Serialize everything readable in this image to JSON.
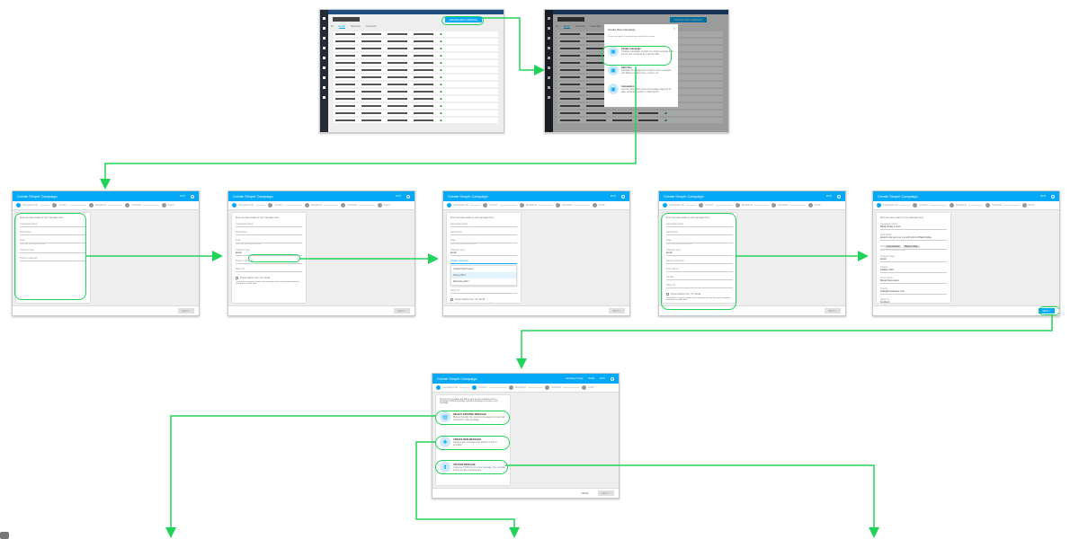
{
  "colors": {
    "accent": "#03a9f4",
    "highlight": "#22d35a",
    "nav": "#262b35"
  },
  "list_page": {
    "tabs": [
      "All",
      "Simple",
      "Split Tests",
      "Automation"
    ],
    "create_button": "CREATE NEW CAMPAIGN"
  },
  "modal": {
    "title": "Create New Campaign",
    "close": "×",
    "prompt": "Choose the type of campaign you would like to create.",
    "options": [
      {
        "title": "Simple Campaign",
        "desc": "A Simple Campaign consists of a single message blast, sent to your recipients at a specific date."
      },
      {
        "title": "Split Test",
        "desc": "Compare the engagement of two or more messages with different subject lines, content, etc."
      },
      {
        "title": "Automation",
        "desc": "Send an automated series of messages triggered by date, subscriber activity or other factors."
      }
    ]
  },
  "wizard": {
    "title": "Create Simple Campaign",
    "exit": "EXIT",
    "save": "SAVE",
    "last_saved": "Last Saved: Today",
    "steps": [
      "Campaign Info",
      "Content",
      "Recipients",
      "Schedule",
      "Finish"
    ],
    "intro": "Enter the basic details of your campaign here.",
    "next": "NEXT ›",
    "back": "‹ BACK",
    "labels": {
      "name": "Campaign Name",
      "desc": "Description",
      "tags": "Tags",
      "tags_hint": "Enter the tag and press enter",
      "channel": "Channel Type",
      "project": "Project (optional)",
      "project_filled": "Project",
      "from": "From Name",
      "sender": "Sender",
      "reply": "Reply To",
      "personalize": "Personalize the 'To' Field",
      "note": "Consult the recipient's name in the message. Ensure that each recipient's record has a name field."
    },
    "values": {
      "name": "Black Friday 1-Hour",
      "desc": "Email to be sent out 1 month prior to Black Friday",
      "tags": [
        "Promotional",
        "Black Friday"
      ],
      "channel": "Email",
      "project": "Holiday 2017",
      "from": "Brand Name Here",
      "sender": "hello@brandname.com",
      "reply": "No Reply"
    },
    "project_options": [
      "Create New Project",
      "Spring 2017",
      "Marketing 2017"
    ]
  },
  "content_step": {
    "prompt": "Choose the message that will be sent to your recipients from a previously drafted message, upload a message or create a new message.",
    "options": [
      {
        "title": "SELECT EXISTING MESSAGE",
        "desc": "Browse through your previous messages to reuse their content for a new message."
      },
      {
        "title": "CREATE NEW MESSAGE",
        "desc": "Create a new message from scratch or from a template."
      },
      {
        "title": "UPLOAD MESSAGE",
        "desc": "Upload an HTML file for a new message. You can drag & drop the file or browse files."
      }
    ]
  }
}
